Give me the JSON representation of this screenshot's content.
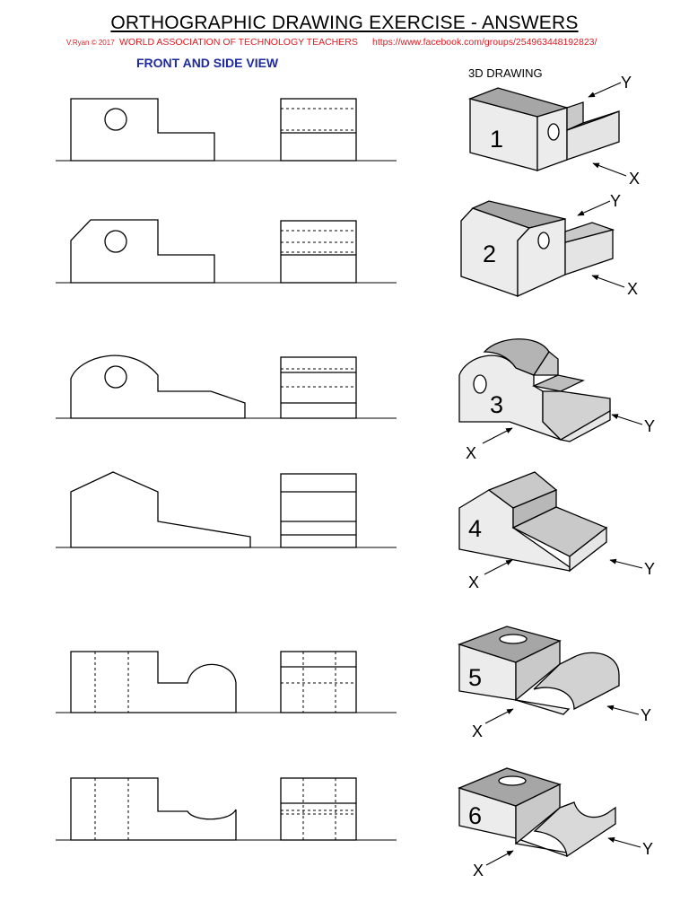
{
  "header": {
    "title": "ORTHOGRAPHIC DRAWING EXERCISE - ANSWERS",
    "author": "V.Ryan © 2017",
    "organisation": "WORLD ASSOCIATION OF TECHNOLOGY TEACHERS",
    "url": "https://www.facebook.com/groups/254963448192823/"
  },
  "section_label": "FRONT AND SIDE VIEW",
  "drawing_label": "3D DRAWING",
  "exercises": [
    {
      "number": "1",
      "x_label": "X",
      "y_label": "Y"
    },
    {
      "number": "2",
      "x_label": "X",
      "y_label": "Y"
    },
    {
      "number": "3",
      "x_label": "X",
      "y_label": "Y"
    },
    {
      "number": "4",
      "x_label": "X",
      "y_label": "Y"
    },
    {
      "number": "5",
      "x_label": "X",
      "y_label": "Y"
    },
    {
      "number": "6",
      "x_label": "X",
      "y_label": "Y"
    }
  ],
  "colors": {
    "title": "#000000",
    "credit": "#e0181f",
    "section": "#1e2aa0",
    "face_light": "#ececec",
    "face_top": "#a6a6a6",
    "face_mid": "#c9c9c9"
  }
}
